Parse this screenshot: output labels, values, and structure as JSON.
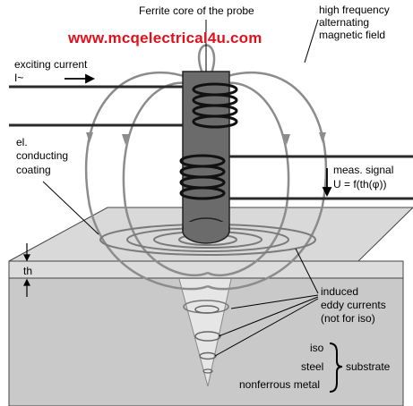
{
  "labels": {
    "ferrite_core": "Ferrite core of the probe",
    "high_freq": [
      "high frequency",
      "alternating",
      "magnetic field"
    ],
    "exciting_current": "exciting current",
    "current_symbol": "I~",
    "coating": [
      "el.",
      "conducting",
      "coating"
    ],
    "meas_signal": [
      "meas. signal",
      "U = f(th(φ))"
    ],
    "thickness": "th",
    "induced": [
      "induced",
      "eddy currents",
      "(not for iso)"
    ],
    "materials": [
      "iso",
      "steel",
      "nonferrous metal"
    ],
    "substrate": "substrate"
  },
  "watermark": "www.mcqelectrical4u.com",
  "colors": {
    "watermark": "#e3101c",
    "coating": "#d9d9d9",
    "substrate": "#c9c9c9",
    "field_lines": "#8c8c8c",
    "core": "#6b6b6b"
  }
}
